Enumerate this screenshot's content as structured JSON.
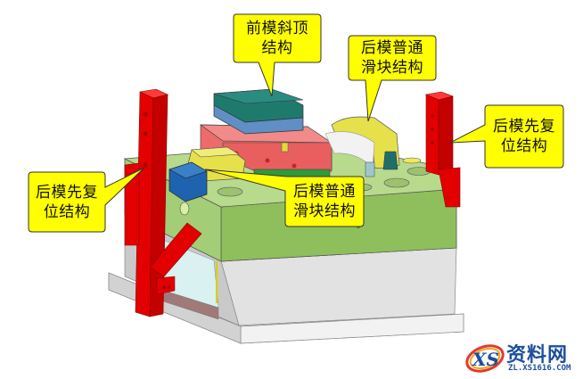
{
  "figure": {
    "subject": "injection mold 3D assembly",
    "colors": {
      "background": "#ffffff",
      "callout_fill": "#ffff00",
      "callout_border": "#4a4a00",
      "plate_green": "#8fbf5a",
      "plate_green_top": "#b6d98a",
      "plate_gray": "#e3e3e3",
      "plate_gray_side": "#c8c8c8",
      "reset_arm_red": "#e30000",
      "cavity_pink": "#ee6b6b",
      "lifter_teal": "#1f7a6e",
      "lifter_blue": "#5f8fc4",
      "slider_yellow": "#e6e04a",
      "slider_blue": "#1f63b0",
      "core_green": "#2e9a3a"
    }
  },
  "callouts": [
    {
      "id": "front-lifter",
      "lines": [
        "前模斜顶",
        "结构"
      ]
    },
    {
      "id": "rear-slider-top",
      "lines": [
        "后模普通",
        "滑块结构"
      ]
    },
    {
      "id": "rear-early-return-right",
      "lines": [
        "后模先复",
        "位结构"
      ]
    },
    {
      "id": "rear-early-return-left",
      "lines": [
        "后模先复",
        "位结构"
      ]
    },
    {
      "id": "rear-slider-front",
      "lines": [
        "后模普通",
        "滑块结构"
      ]
    }
  ],
  "watermark": {
    "logo_letters": "XS",
    "brand": "资料网",
    "url": "ZL.XS1616.COM"
  }
}
